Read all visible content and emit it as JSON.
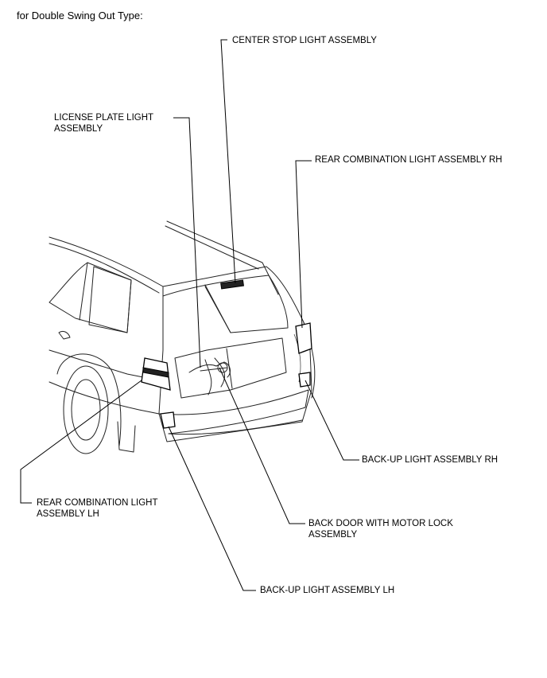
{
  "heading": "for Double Swing Out Type:",
  "callouts": {
    "center_stop": {
      "lines": [
        "CENTER STOP LIGHT ASSEMBLY"
      ]
    },
    "license_plate": {
      "lines": [
        "LICENSE PLATE LIGHT",
        "ASSEMBLY"
      ]
    },
    "rear_comb_rh": {
      "lines": [
        "REAR COMBINATION LIGHT ASSEMBLY RH"
      ]
    },
    "backup_rh": {
      "lines": [
        "BACK-UP LIGHT ASSEMBLY RH"
      ]
    },
    "rear_comb_lh": {
      "lines": [
        "REAR COMBINATION LIGHT",
        "ASSEMBLY LH"
      ]
    },
    "back_door": {
      "lines": [
        "BACK DOOR WITH MOTOR LOCK",
        "ASSEMBLY"
      ]
    },
    "backup_lh": {
      "lines": [
        "BACK-UP LIGHT ASSEMBLY LH"
      ]
    }
  }
}
